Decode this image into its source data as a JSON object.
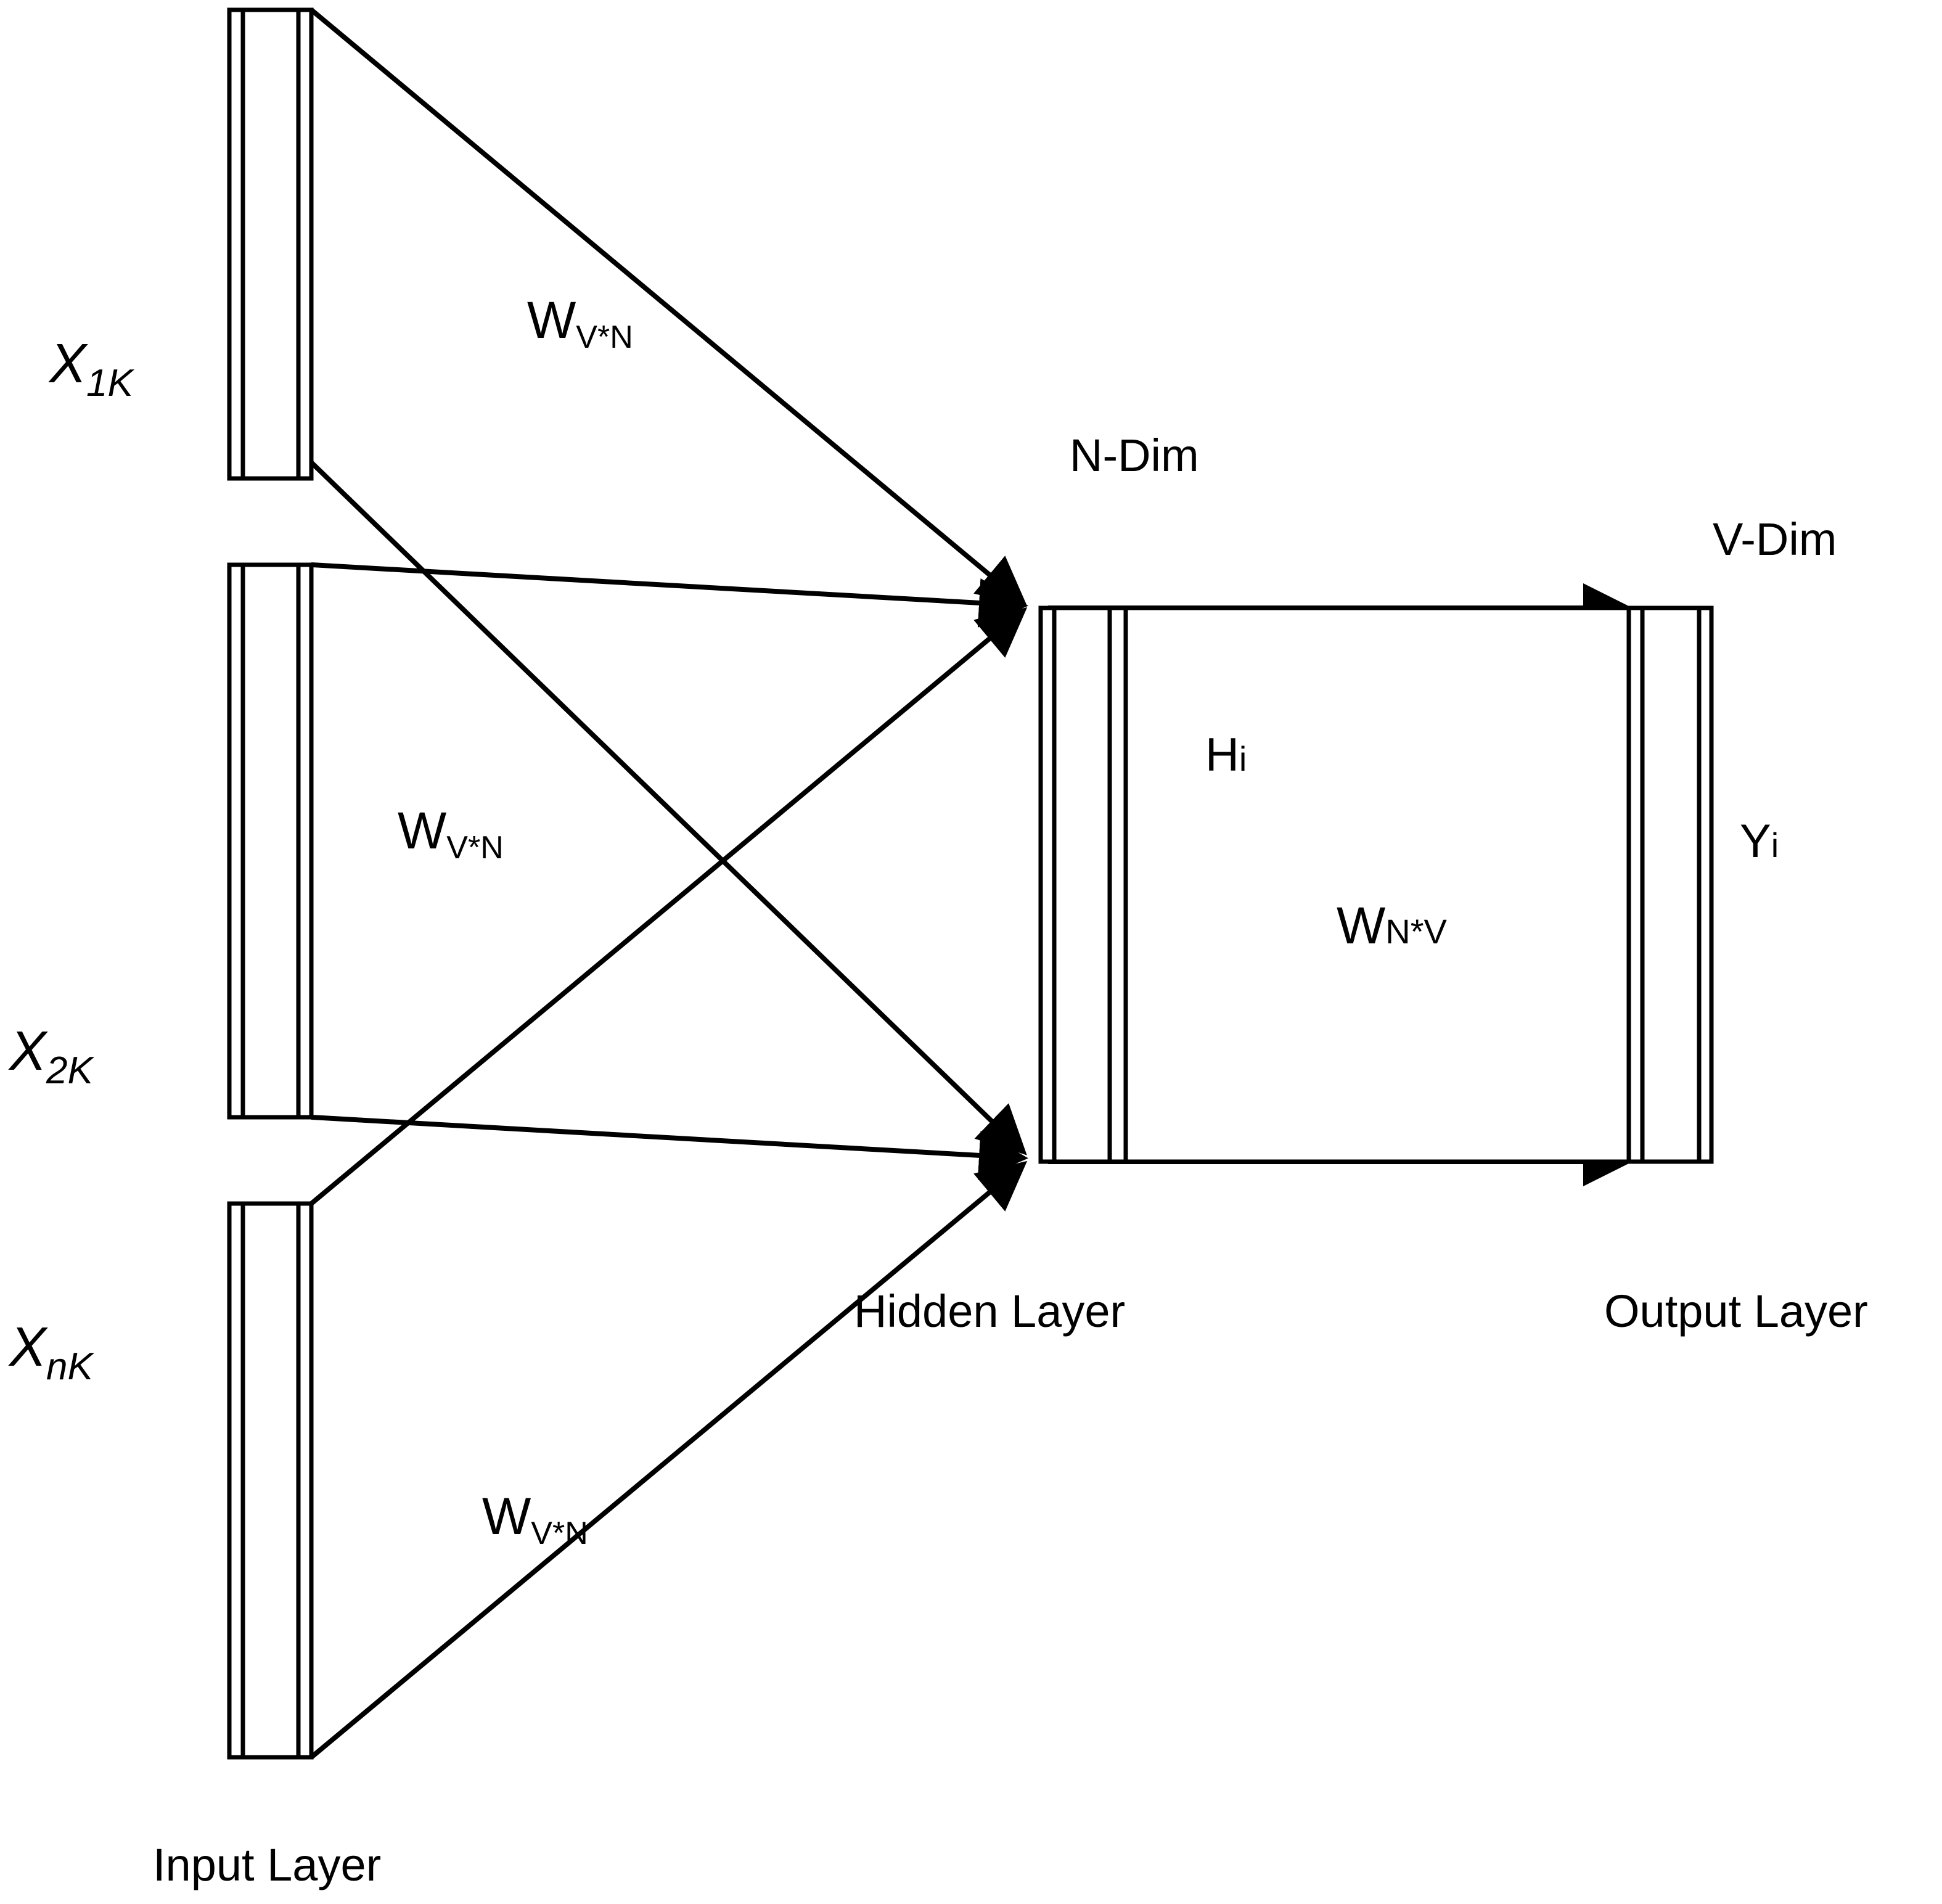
{
  "labels": {
    "x1": {
      "main": "X",
      "sub": "1K"
    },
    "x2": {
      "main": "X",
      "sub": "2K"
    },
    "xn": {
      "main": "X",
      "sub": "nK"
    },
    "w_top": {
      "main": "W",
      "sub": "V*N"
    },
    "w_mid": {
      "main": "W",
      "sub": "V*N"
    },
    "w_bot": {
      "main": "W",
      "sub": "V*N"
    },
    "w_out": {
      "main": "W",
      "sub": "N*V"
    },
    "hidden_state": {
      "main": "H",
      "sub": "i"
    },
    "output_value": {
      "main": "Y",
      "sub": "i"
    },
    "n_dim": "N-Dim",
    "v_dim": "V-Dim",
    "input_layer": "Input Layer",
    "hidden_layer": "Hidden Layer",
    "output_layer": "Output Layer"
  },
  "colors": {
    "stroke": "#000000",
    "background": "#ffffff"
  }
}
